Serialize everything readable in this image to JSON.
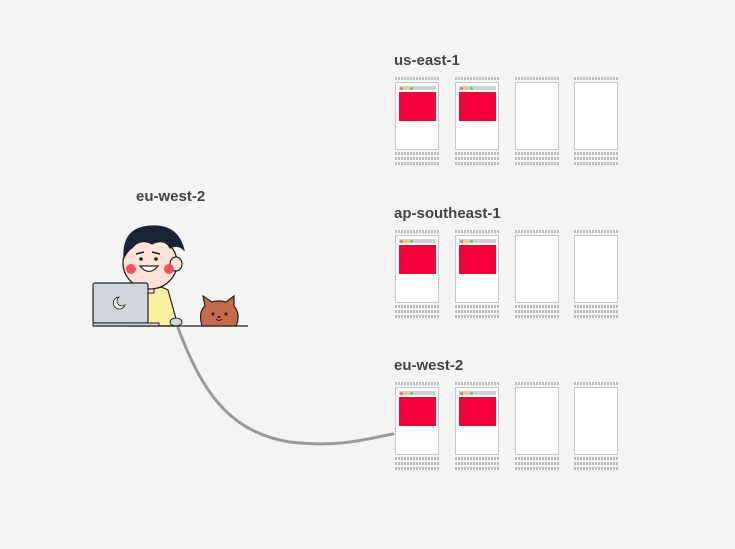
{
  "developer": {
    "region_label": "eu-west-2",
    "icons": [
      "developer-person",
      "laptop",
      "cat"
    ]
  },
  "regions": [
    {
      "name": "us-east-1",
      "servers": [
        {
          "active": true
        },
        {
          "active": true
        },
        {
          "active": false
        },
        {
          "active": false
        }
      ]
    },
    {
      "name": "ap-southeast-1",
      "servers": [
        {
          "active": true
        },
        {
          "active": true
        },
        {
          "active": false
        },
        {
          "active": false
        }
      ]
    },
    {
      "name": "eu-west-2",
      "servers": [
        {
          "active": true
        },
        {
          "active": true
        },
        {
          "active": false
        },
        {
          "active": false
        }
      ]
    }
  ],
  "connection": {
    "from": "developer",
    "to": "eu-west-2"
  },
  "colors": {
    "active_screen": "#f5003d",
    "label_text": "#444444",
    "connector": "#9a9a9a",
    "background": "#f4f4f4"
  }
}
